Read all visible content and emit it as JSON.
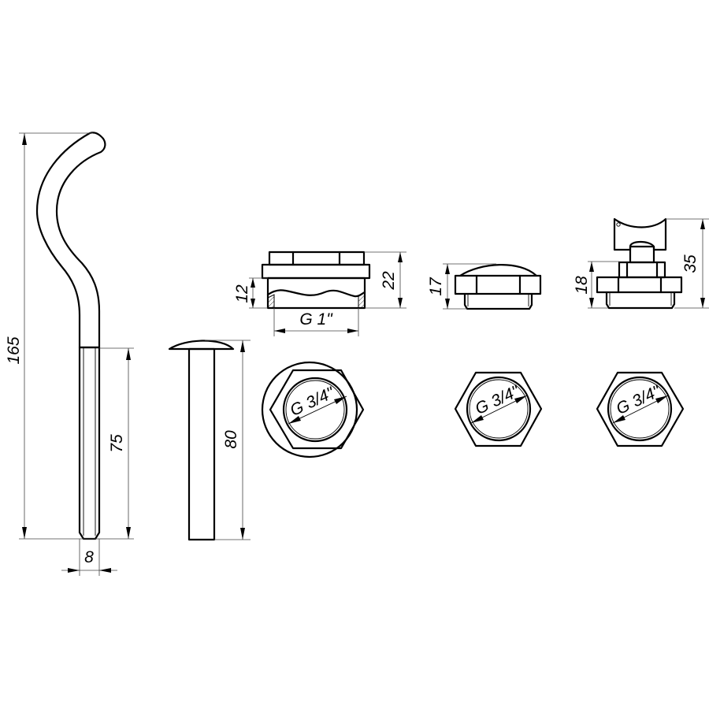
{
  "drawing": {
    "background": "#ffffff",
    "line_color": "#000000",
    "parts": [
      {
        "id": "hook-key",
        "description": "S-shaped hook/key rod",
        "dimensions": {
          "overall_height": "165",
          "rod_length": "75",
          "rod_width": "8"
        }
      },
      {
        "id": "pin",
        "description": "Round-head pin",
        "dimensions": {
          "length": "80"
        }
      },
      {
        "id": "plug-g1",
        "description": "Threaded plug with flange, G 1\" thread",
        "dimensions": {
          "height_total": "22",
          "thread_height": "12",
          "thread": "G 1\""
        },
        "top_view": {
          "thread": "G 3/4\""
        }
      },
      {
        "id": "blind-plug",
        "description": "Domed hex blind plug",
        "dimensions": {
          "height": "17"
        },
        "top_view": {
          "thread": "G 3/4\""
        }
      },
      {
        "id": "vent-plug",
        "description": "Hex plug with T-handle air vent key",
        "dimensions": {
          "height_total": "35",
          "body_height": "18"
        },
        "top_view": {
          "thread": "G 3/4\""
        }
      }
    ]
  },
  "labels": {
    "d165": "165",
    "d75": "75",
    "d8": "8",
    "d80": "80",
    "d12": "12",
    "d22": "22",
    "g1": "G 1\"",
    "d17": "17",
    "d18": "18",
    "d35": "35",
    "g34_a": "G 3/4\"",
    "g34_b": "G 3/4\"",
    "g34_c": "G 3/4\""
  }
}
